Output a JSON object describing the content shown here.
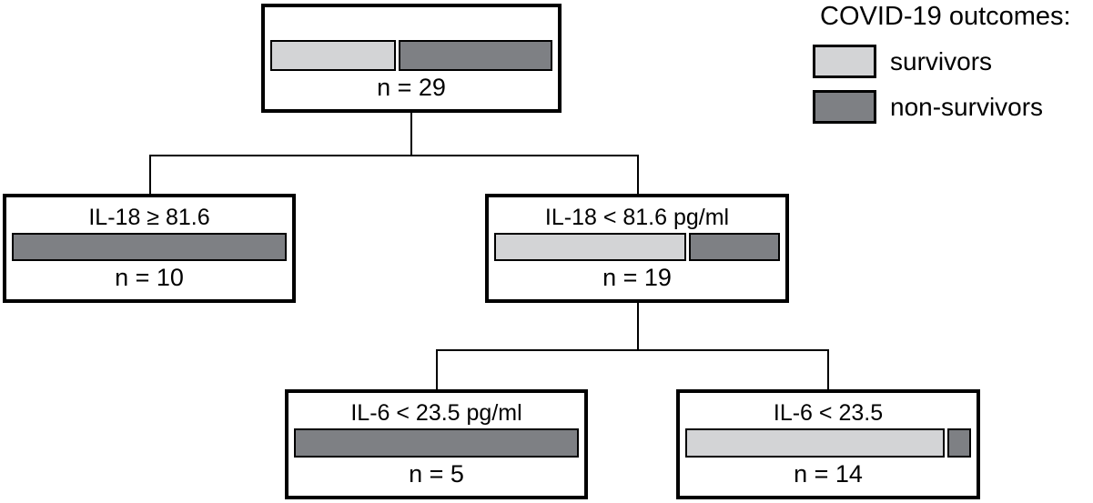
{
  "legend": {
    "title": "COVID-19 outcomes:",
    "items": [
      {
        "key": "survivors",
        "label": "survivors",
        "color": "#d3d4d6"
      },
      {
        "key": "non-survivors",
        "label": "non-survivors",
        "color": "#7e8084"
      }
    ]
  },
  "colors": {
    "survivor": "#d3d4d6",
    "non_survivor": "#7e8084",
    "border": "#000000",
    "background": "#ffffff"
  },
  "tree": {
    "nodes": [
      {
        "id": "root",
        "condition": "",
        "n_label": "n = 29",
        "n": 29,
        "survivors": 13,
        "non_survivors": 16
      },
      {
        "id": "il18-high",
        "condition": "IL-18 ≥ 81.6",
        "n_label": "n = 10",
        "n": 10,
        "survivors": 0,
        "non_survivors": 10
      },
      {
        "id": "il18-low",
        "condition": "IL-18 < 81.6 pg/ml",
        "n_label": "n = 19",
        "n": 19,
        "survivors": 13,
        "non_survivors": 6
      },
      {
        "id": "il6-low-nonsurv",
        "condition": "IL-6 < 23.5 pg/ml",
        "n_label": "n = 5",
        "n": 5,
        "survivors": 0,
        "non_survivors": 5
      },
      {
        "id": "il6-low-surv",
        "condition": "IL-6 < 23.5",
        "n_label": "n = 14",
        "n": 14,
        "survivors": 13,
        "non_survivors": 1
      }
    ]
  }
}
